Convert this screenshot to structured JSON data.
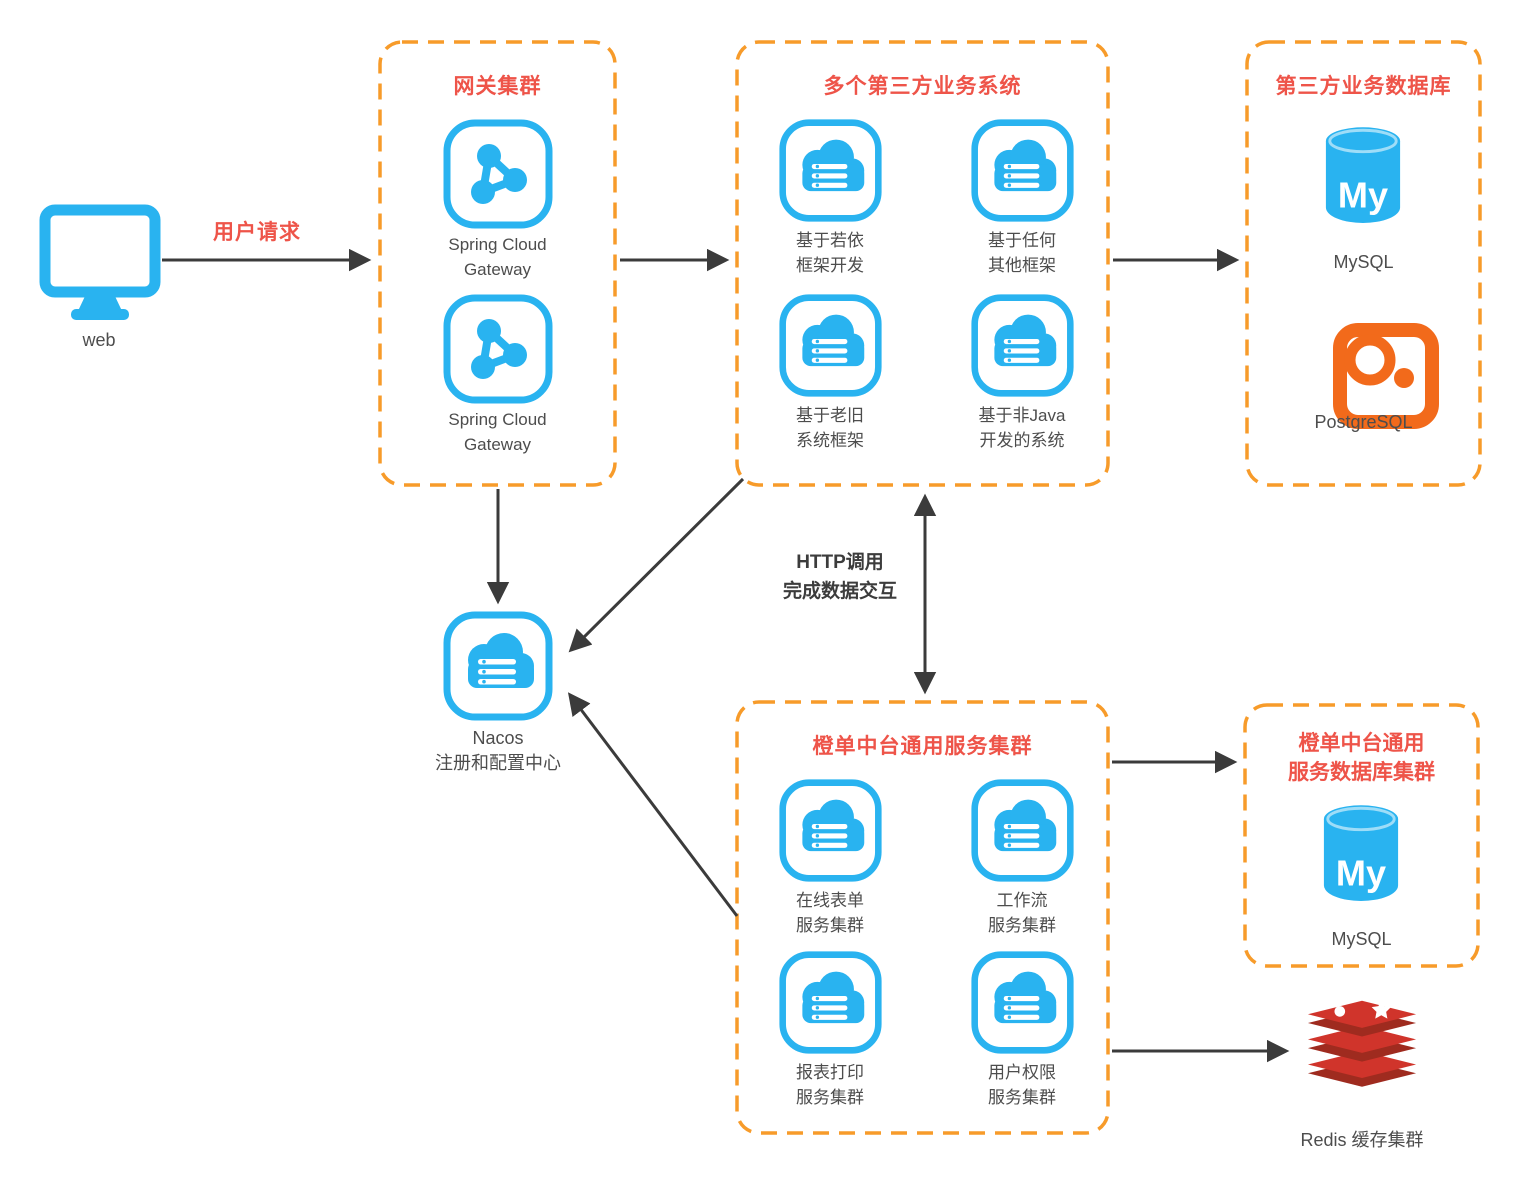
{
  "colors": {
    "cyan": "#29b3f0",
    "orange": "#f79b2a",
    "red": "#ee5449",
    "pg": "#f26a1b",
    "redis": "#d0342b",
    "redis-dark": "#9f2b1f",
    "arrow": "#3b3b3b"
  },
  "labels": {
    "web": "web",
    "user_request": "用户请求",
    "http_line1": "HTTP调用",
    "http_line2": "完成数据交互",
    "mysql_glyph": "My"
  },
  "gateway": {
    "title": "网关集群",
    "items": [
      {
        "line1": "Spring Cloud",
        "line2": "Gateway"
      },
      {
        "line1": "Spring Cloud",
        "line2": "Gateway"
      }
    ]
  },
  "thirdparty": {
    "title": "多个第三方业务系统",
    "items": [
      {
        "line1": "基于若依",
        "line2": "框架开发"
      },
      {
        "line1": "基于任何",
        "line2": "其他框架"
      },
      {
        "line1": "基于老旧",
        "line2": "系统框架"
      },
      {
        "line1": "基于非Java",
        "line2": "开发的系统"
      }
    ]
  },
  "thirdparty_db": {
    "title": "第三方业务数据库",
    "mysql": "MySQL",
    "postgresql": "PostgreSQL"
  },
  "nacos": {
    "line1": "Nacos",
    "line2": "注册和配置中心"
  },
  "midplatform": {
    "title": "橙单中台通用服务集群",
    "items": [
      {
        "line1": "在线表单",
        "line2": "服务集群"
      },
      {
        "line1": "工作流",
        "line2": "服务集群"
      },
      {
        "line1": "报表打印",
        "line2": "服务集群"
      },
      {
        "line1": "用户权限",
        "line2": "服务集群"
      }
    ]
  },
  "midplatform_db": {
    "title_line1": "橙单中台通用",
    "title_line2": "服务数据库集群",
    "mysql": "MySQL"
  },
  "redis": {
    "label": "Redis 缓存集群"
  }
}
